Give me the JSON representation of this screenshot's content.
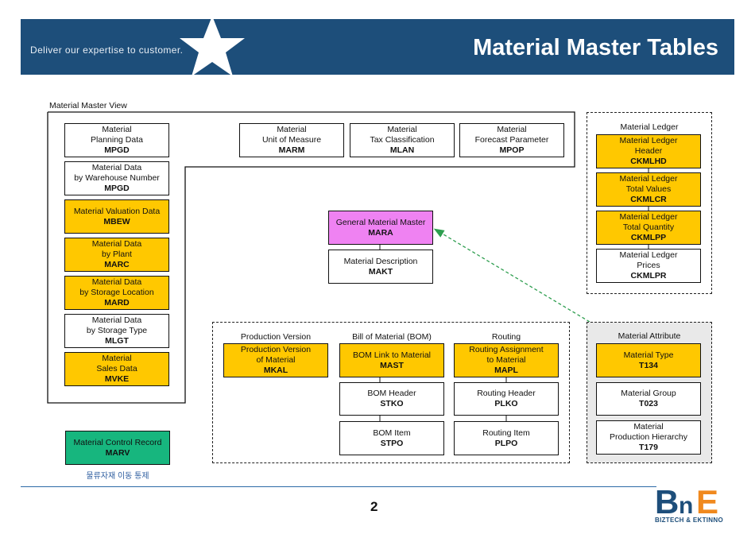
{
  "header": {
    "tagline": "Deliver our expertise to customer.",
    "title": "Material Master Tables"
  },
  "material_master_view": {
    "label": "Material Master View",
    "left_column": [
      {
        "lines": [
          "Material",
          "Planning Data"
        ],
        "table": "MPGD",
        "highlight": false
      },
      {
        "lines": [
          "Material Data",
          "by Warehouse Number"
        ],
        "table": "MPGD",
        "highlight": false
      },
      {
        "lines": [
          "Material Valuation Data"
        ],
        "table": "MBEW",
        "highlight": true
      },
      {
        "lines": [
          "Material Data",
          "by Plant"
        ],
        "table": "MARC",
        "highlight": true
      },
      {
        "lines": [
          "Material Data",
          "by Storage Location"
        ],
        "table": "MARD",
        "highlight": true
      },
      {
        "lines": [
          "Material Data",
          "by Storage Type"
        ],
        "table": "MLGT",
        "highlight": false
      },
      {
        "lines": [
          "Material",
          "Sales Data"
        ],
        "table": "MVKE",
        "highlight": true
      }
    ],
    "top_row": [
      {
        "lines": [
          "Material",
          "Unit of Measure"
        ],
        "table": "MARM"
      },
      {
        "lines": [
          "Material",
          "Tax Classification"
        ],
        "table": "MLAN"
      },
      {
        "lines": [
          "Material",
          "Forecast Parameter"
        ],
        "table": "MPOP"
      }
    ]
  },
  "general": {
    "master": {
      "lines": [
        "General Material Master"
      ],
      "table": "MARA"
    },
    "description": {
      "lines": [
        "Material Description"
      ],
      "table": "MAKT"
    }
  },
  "material_ledger": {
    "label": "Material Ledger",
    "items": [
      {
        "lines": [
          "Material Ledger",
          "Header"
        ],
        "table": "CKMLHD",
        "highlight": true
      },
      {
        "lines": [
          "Material Ledger",
          "Total Values"
        ],
        "table": "CKMLCR",
        "highlight": true
      },
      {
        "lines": [
          "Material Ledger",
          "Total Quantity"
        ],
        "table": "CKMLPP",
        "highlight": true
      },
      {
        "lines": [
          "Material Ledger",
          "Prices"
        ],
        "table": "CKMLPR",
        "highlight": false
      }
    ]
  },
  "production": {
    "columns": [
      {
        "label": "Production Version",
        "items": [
          {
            "lines": [
              "Production Version",
              "of Material"
            ],
            "table": "MKAL",
            "highlight": true
          }
        ]
      },
      {
        "label": "Bill of Material (BOM)",
        "items": [
          {
            "lines": [
              "BOM Link to Material"
            ],
            "table": "MAST",
            "highlight": true
          },
          {
            "lines": [
              "BOM Header"
            ],
            "table": "STKO",
            "highlight": false
          },
          {
            "lines": [
              "BOM Item"
            ],
            "table": "STPO",
            "highlight": false
          }
        ]
      },
      {
        "label": "Routing",
        "items": [
          {
            "lines": [
              "Routing Assignment",
              "to Material"
            ],
            "table": "MAPL",
            "highlight": true
          },
          {
            "lines": [
              "Routing Header"
            ],
            "table": "PLKO",
            "highlight": false
          },
          {
            "lines": [
              "Routing Item"
            ],
            "table": "PLPO",
            "highlight": false
          }
        ]
      }
    ]
  },
  "material_attribute": {
    "label": "Material Attribute",
    "items": [
      {
        "lines": [
          "Material Type"
        ],
        "table": "T134",
        "highlight": true
      },
      {
        "lines": [
          "Material Group"
        ],
        "table": "T023",
        "highlight": false
      },
      {
        "lines": [
          "Material",
          "Production Hierarchy"
        ],
        "table": "T179",
        "highlight": false
      }
    ]
  },
  "control_record": {
    "lines": [
      "Material Control Record"
    ],
    "table": "MARV",
    "note": "물류자재 이동 통제"
  },
  "footer": {
    "page": "2",
    "logo_main": "BnE",
    "logo_sub": "BIZTECH & EKTINNO"
  },
  "colors": {
    "highlight": "#ffc800",
    "master": "#ef82f2",
    "control": "#17b67e",
    "banner": "#1d4e7a",
    "connector": "#2e9e4f"
  }
}
